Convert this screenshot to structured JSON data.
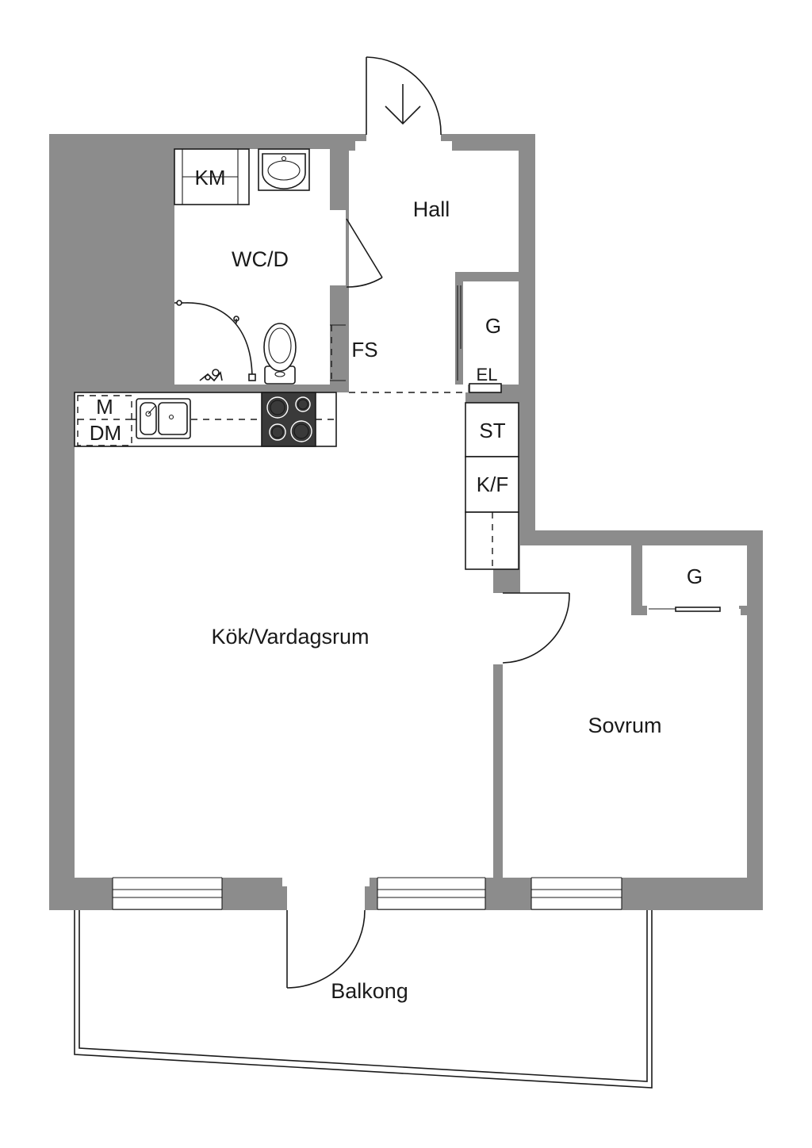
{
  "rooms": {
    "hall": "Hall",
    "wc": "WC/D",
    "kitchen_living": "Kök/Vardagsrum",
    "bedroom": "Sovrum",
    "balcony": "Balkong"
  },
  "fixtures": {
    "washer": "KM",
    "closet_hall": "G",
    "electric": "EL",
    "closet_bedroom": "G",
    "cabinet_st": "ST",
    "fridge_freezer": "K/F",
    "microwave": "M",
    "dishwasher": "DM",
    "fs": "FS"
  }
}
